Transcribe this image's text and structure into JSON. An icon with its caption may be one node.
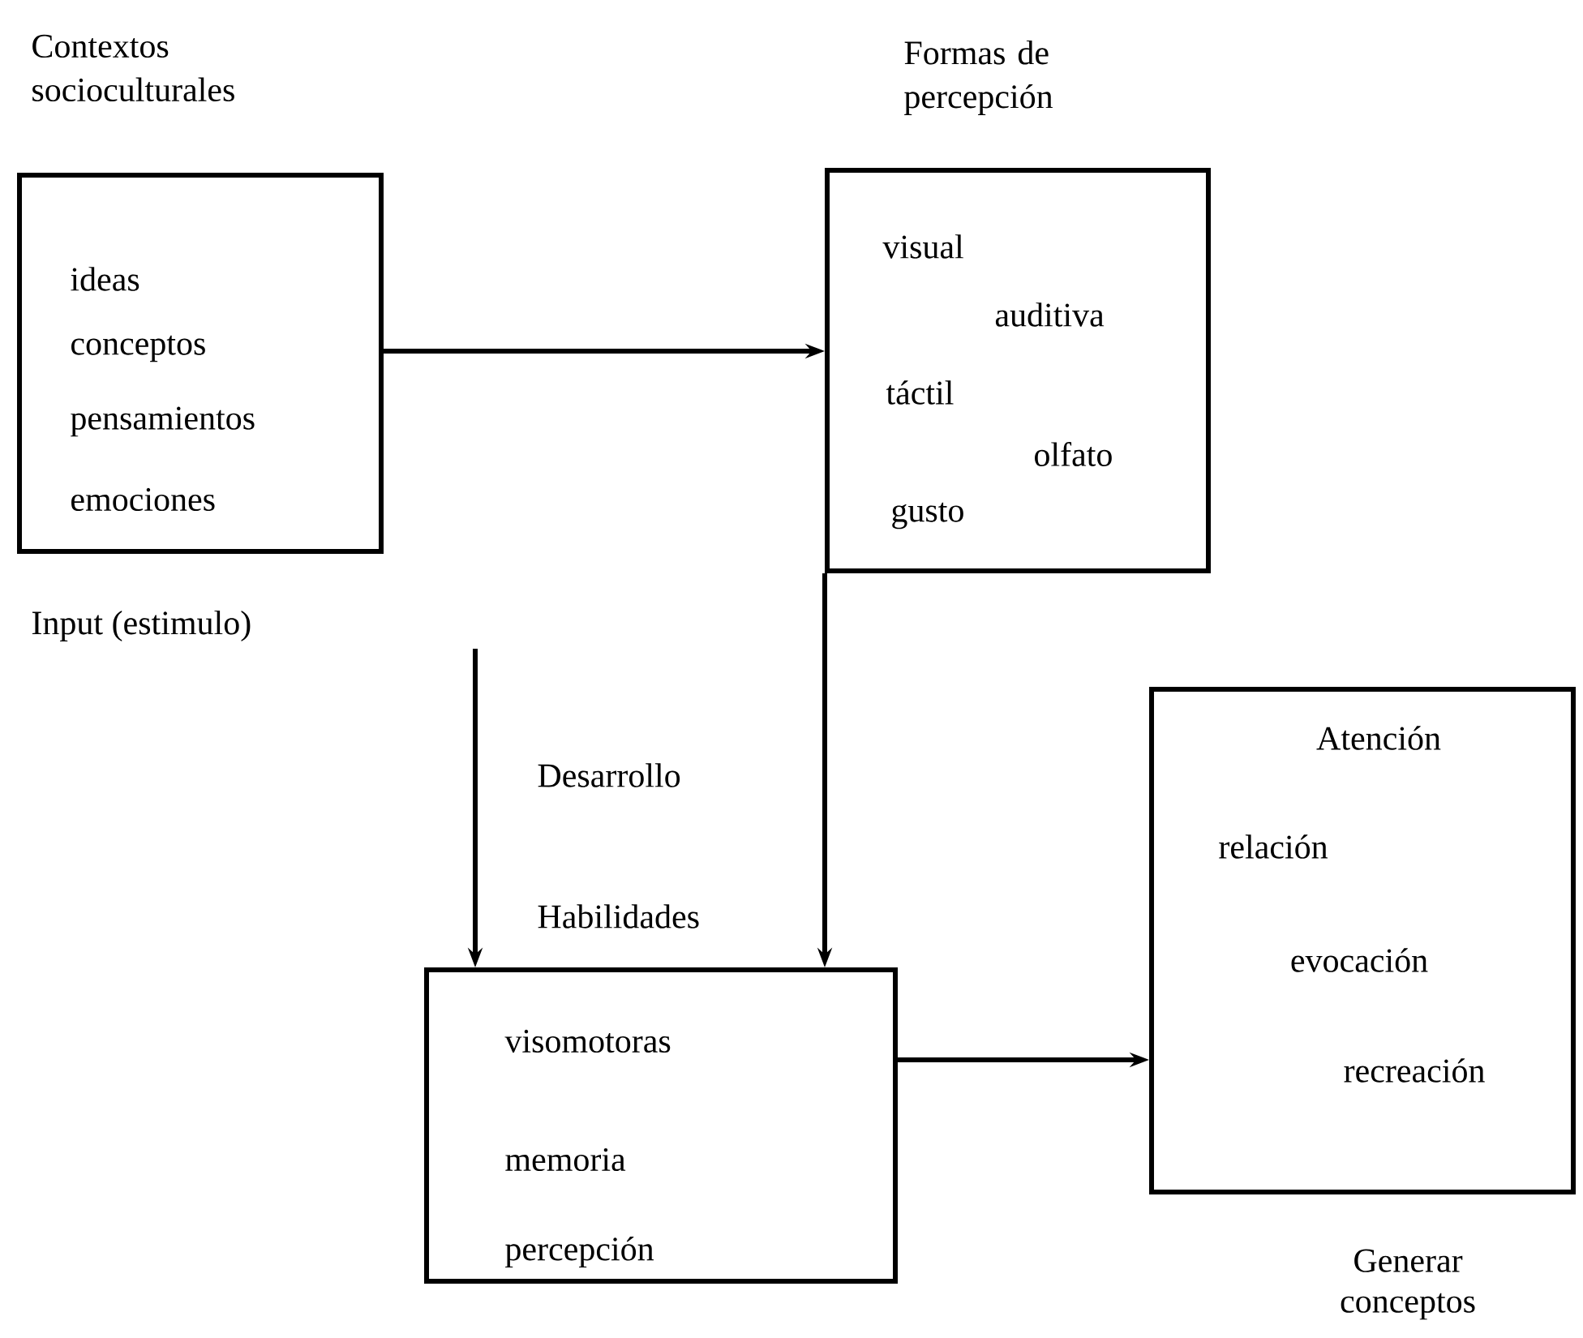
{
  "diagram": {
    "nodes": [
      {
        "text": [
          "Contextos socioculturales",
          "ideas",
          "conceptos",
          "pensamientos",
          "emociones"
        ]
      },
      {
        "text": [
          "Formas de percepción",
          "visual",
          "auditiva",
          "táctil",
          "olfato",
          "gusto"
        ]
      },
      {
        "text": [
          "Habilidades",
          "visomotoras",
          "memoria",
          "percepción"
        ]
      },
      {
        "text": [
          "Atención",
          "relación",
          "evocación",
          "recreación"
        ],
        "beside": [
          "Generar conceptos"
        ]
      }
    ],
    "edges": [
      {
        "from": 0,
        "to": 1,
        "arrow": "to"
      },
      {
        "from": null,
        "to": 2,
        "arrow": "to"
      },
      {
        "from": 1,
        "to": 2,
        "arrow": "to"
      },
      {
        "from": 2,
        "to": 3,
        "arrow": "to"
      }
    ],
    "labels": [
      "Input (estimulo)",
      "Desarrollo"
    ]
  }
}
